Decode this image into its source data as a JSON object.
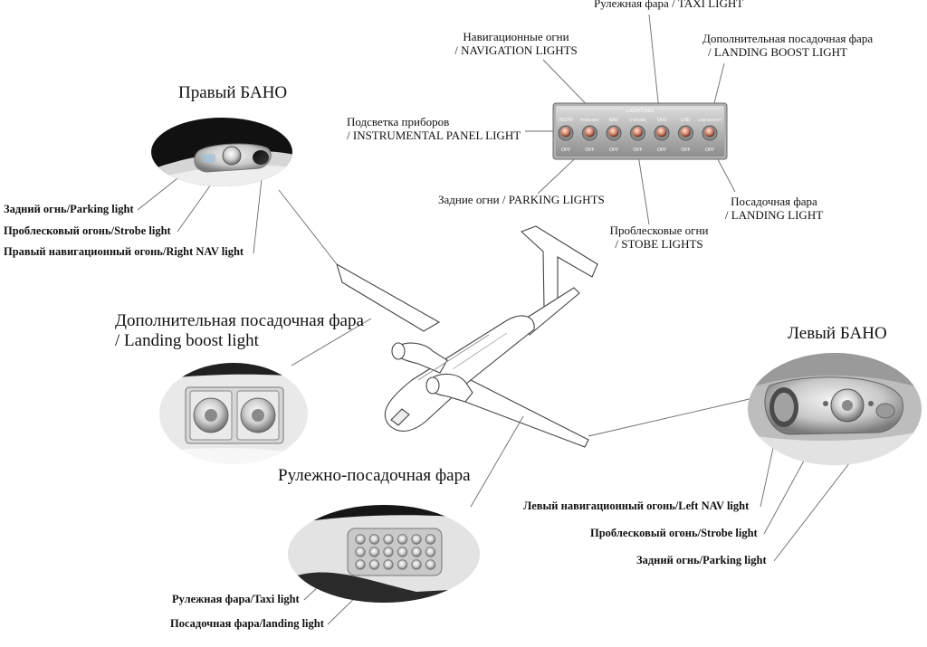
{
  "panel": {
    "header": "LIGHTING",
    "off": "OFF",
    "switches": [
      "INSTR",
      "PARKING",
      "NAV",
      "STROBE",
      "TAXI",
      "LND",
      "LND BOOST"
    ]
  },
  "callouts": {
    "taxi_light": "Рулежная фара / TAXI LIGHT",
    "nav_lights": [
      "Навигационные огни",
      "/ NAVIGATION LIGHTS"
    ],
    "landing_boost": [
      "Дополнительная посадочная фара",
      "/ LANDING BOOST LIGHT"
    ],
    "instrument_panel": [
      "Подсветка приборов",
      "/ INSTRUMENTAL PANEL LIGHT"
    ],
    "parking_lights": "Задние огни / PARKING LIGHTS",
    "landing_light": [
      "Посадочная фара",
      "/ LANDING LIGHT"
    ],
    "strobe_lights": [
      "Проблесковые огни",
      "/ STOBE LIGHTS"
    ]
  },
  "right_bano": {
    "title": "Правый БАНО",
    "items": [
      "Задний огнь/Parking light",
      "Проблесковый огонь/Strobe light",
      "Правый навигационный огонь/Right NAV light"
    ]
  },
  "boost": {
    "title": [
      "Дополнительная посадочная фара",
      "/ Landing boost light"
    ]
  },
  "taxi_landing": {
    "title": "Рулежно-посадочная фара",
    "items": [
      "Рулежная фара/Taxi light",
      "Посадочная фара/landing light"
    ]
  },
  "left_bano": {
    "title": "Левый БАНО",
    "items": [
      "Левый навигационный огонь/Left NAV light",
      "Проблесковый огонь/Strobe light",
      "Задний огнь/Parking light"
    ]
  }
}
